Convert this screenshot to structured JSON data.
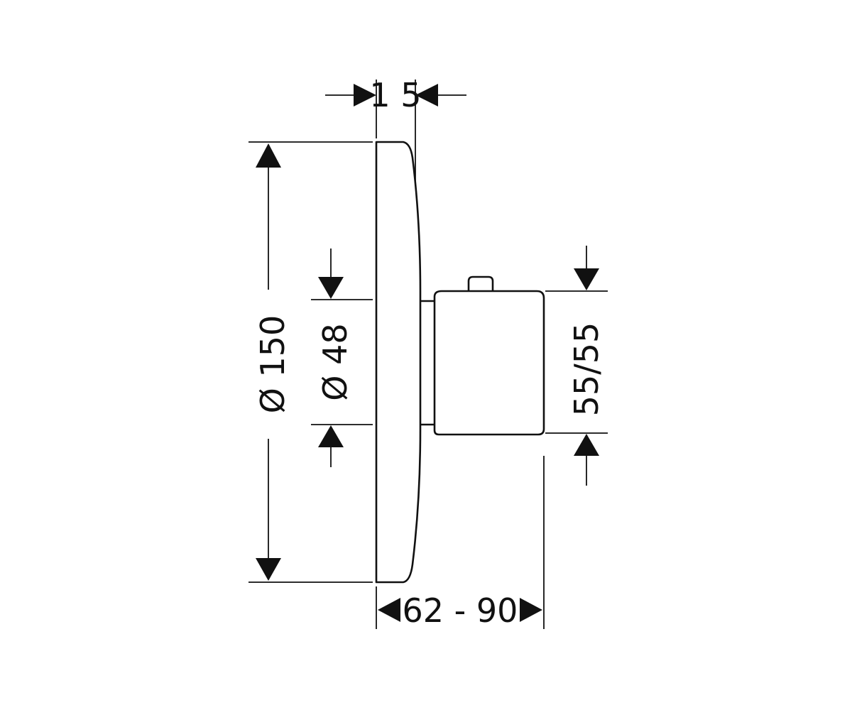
{
  "colors": {
    "line": "#111111",
    "background": "#ffffff"
  },
  "dimensions": {
    "top_thickness": "1 5",
    "plate_diameter": "Ø 150",
    "inner_diameter": "Ø 48",
    "handle_size": "55/55",
    "projection": "62 - 90"
  }
}
